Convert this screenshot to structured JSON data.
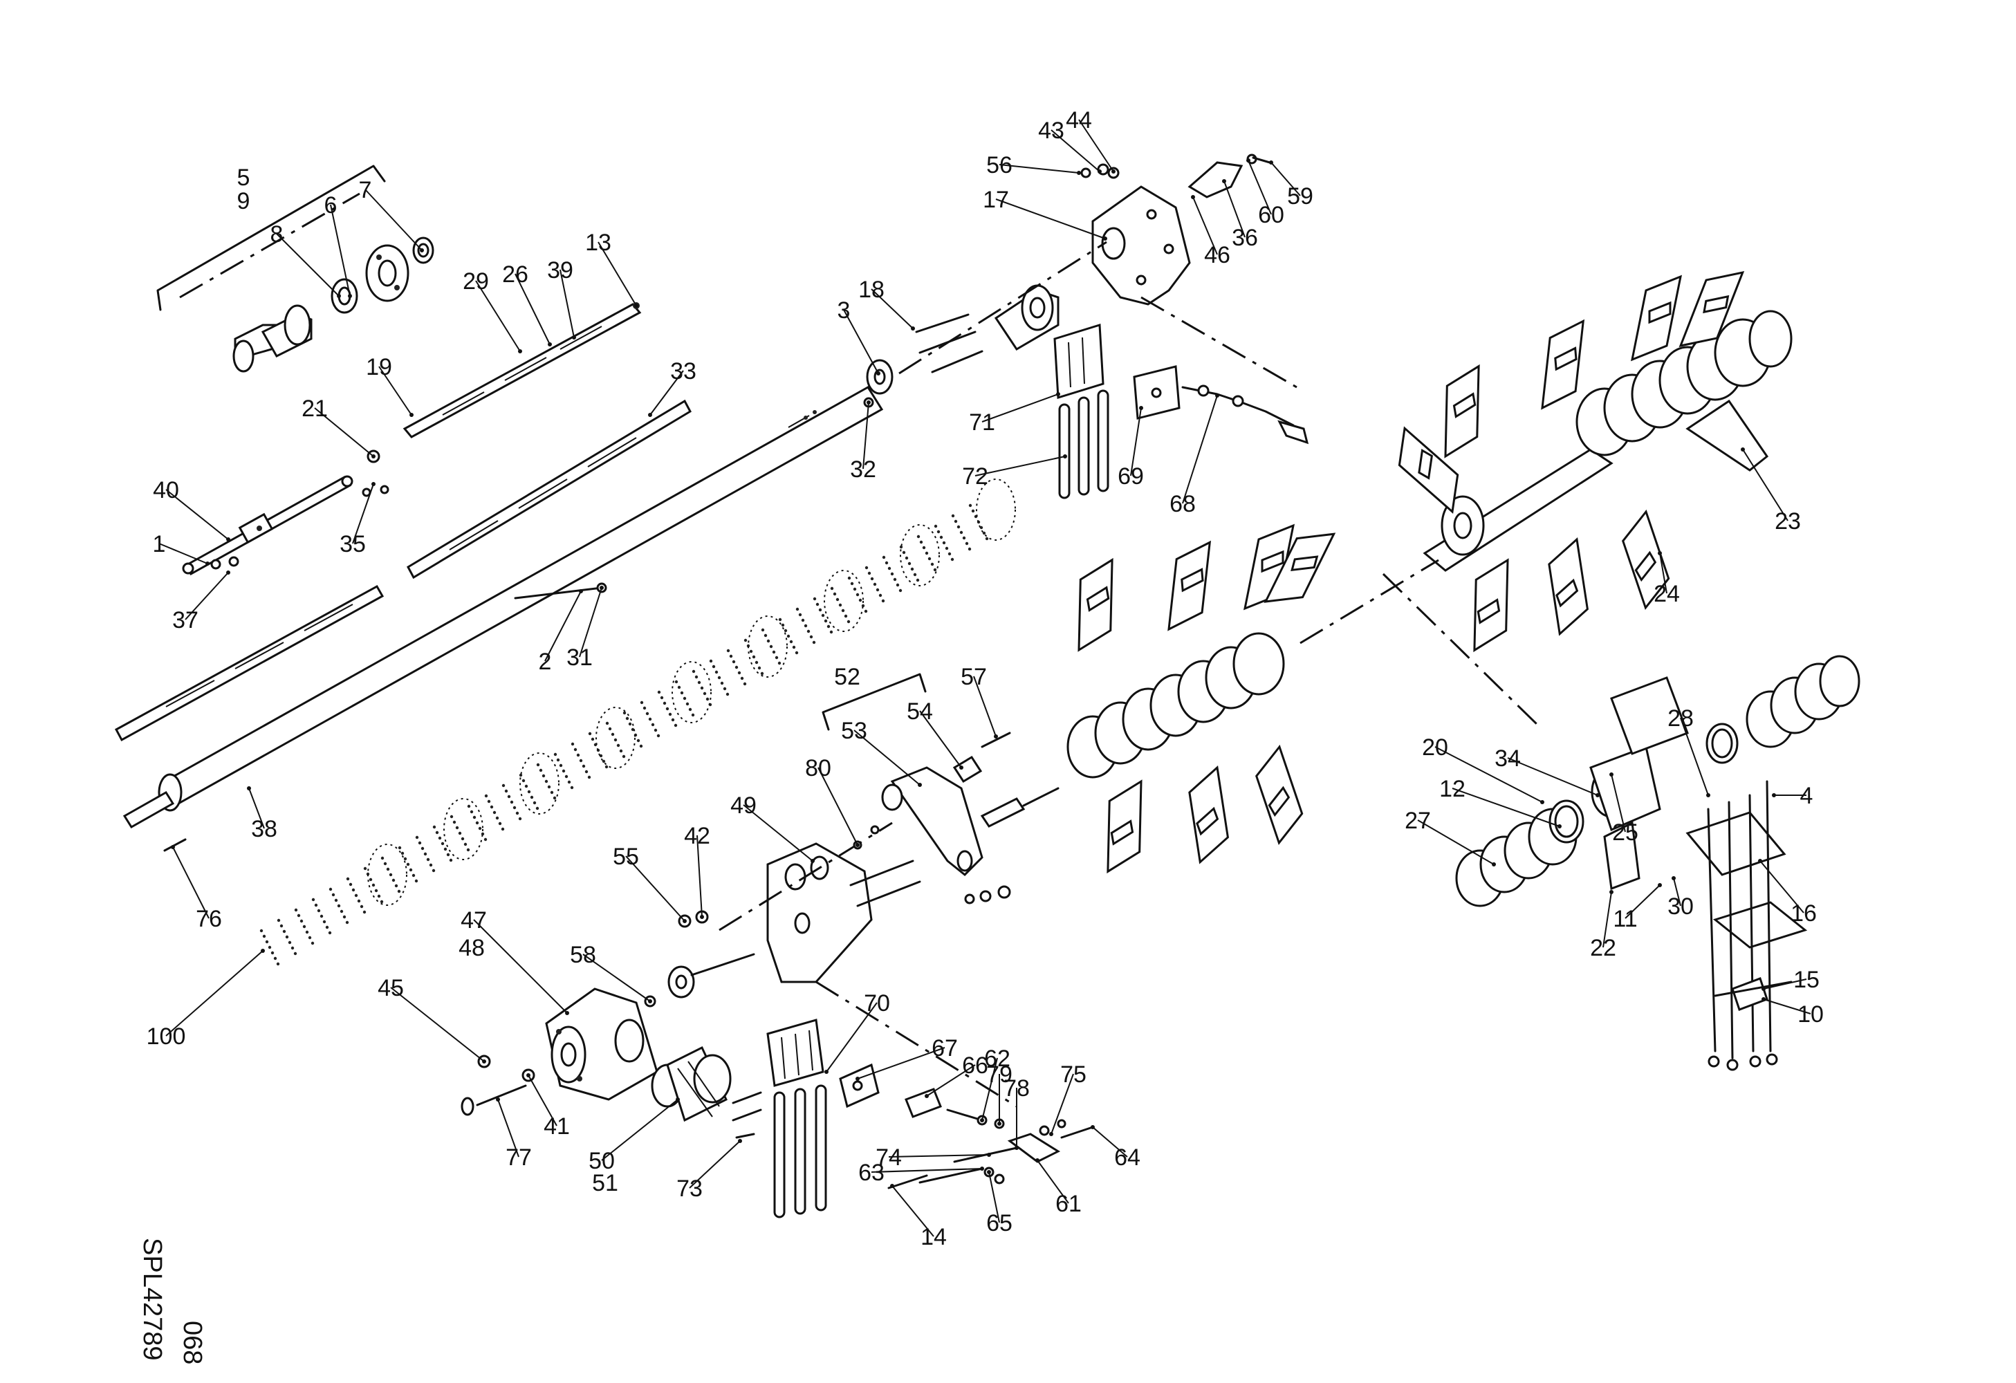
{
  "diagram": {
    "drawing_code_primary": "SPL42789",
    "drawing_code_secondary": "068",
    "callouts": [
      {
        "id": "5"
      },
      {
        "id": "9"
      },
      {
        "id": "6"
      },
      {
        "id": "7"
      },
      {
        "id": "8"
      },
      {
        "id": "29"
      },
      {
        "id": "26"
      },
      {
        "id": "39"
      },
      {
        "id": "13"
      },
      {
        "id": "19"
      },
      {
        "id": "21"
      },
      {
        "id": "40"
      },
      {
        "id": "1"
      },
      {
        "id": "35"
      },
      {
        "id": "37"
      },
      {
        "id": "33"
      },
      {
        "id": "2"
      },
      {
        "id": "31"
      },
      {
        "id": "38"
      },
      {
        "id": "76"
      },
      {
        "id": "3"
      },
      {
        "id": "32"
      },
      {
        "id": "18"
      },
      {
        "id": "17"
      },
      {
        "id": "56"
      },
      {
        "id": "43"
      },
      {
        "id": "44"
      },
      {
        "id": "46"
      },
      {
        "id": "36"
      },
      {
        "id": "60"
      },
      {
        "id": "59"
      },
      {
        "id": "71"
      },
      {
        "id": "72"
      },
      {
        "id": "69"
      },
      {
        "id": "68"
      },
      {
        "id": "23"
      },
      {
        "id": "24"
      },
      {
        "id": "25"
      },
      {
        "id": "100"
      },
      {
        "id": "52"
      },
      {
        "id": "57"
      },
      {
        "id": "54"
      },
      {
        "id": "53"
      },
      {
        "id": "80"
      },
      {
        "id": "49"
      },
      {
        "id": "42"
      },
      {
        "id": "55"
      },
      {
        "id": "47"
      },
      {
        "id": "48"
      },
      {
        "id": "58"
      },
      {
        "id": "45"
      },
      {
        "id": "41"
      },
      {
        "id": "77"
      },
      {
        "id": "50"
      },
      {
        "id": "51"
      },
      {
        "id": "73"
      },
      {
        "id": "70"
      },
      {
        "id": "67"
      },
      {
        "id": "66"
      },
      {
        "id": "62"
      },
      {
        "id": "79"
      },
      {
        "id": "78"
      },
      {
        "id": "75"
      },
      {
        "id": "74"
      },
      {
        "id": "63"
      },
      {
        "id": "64"
      },
      {
        "id": "61"
      },
      {
        "id": "65"
      },
      {
        "id": "14"
      },
      {
        "id": "20"
      },
      {
        "id": "34"
      },
      {
        "id": "12"
      },
      {
        "id": "27"
      },
      {
        "id": "28"
      },
      {
        "id": "4"
      },
      {
        "id": "11"
      },
      {
        "id": "30"
      },
      {
        "id": "22"
      },
      {
        "id": "16"
      },
      {
        "id": "15"
      },
      {
        "id": "10"
      }
    ]
  }
}
